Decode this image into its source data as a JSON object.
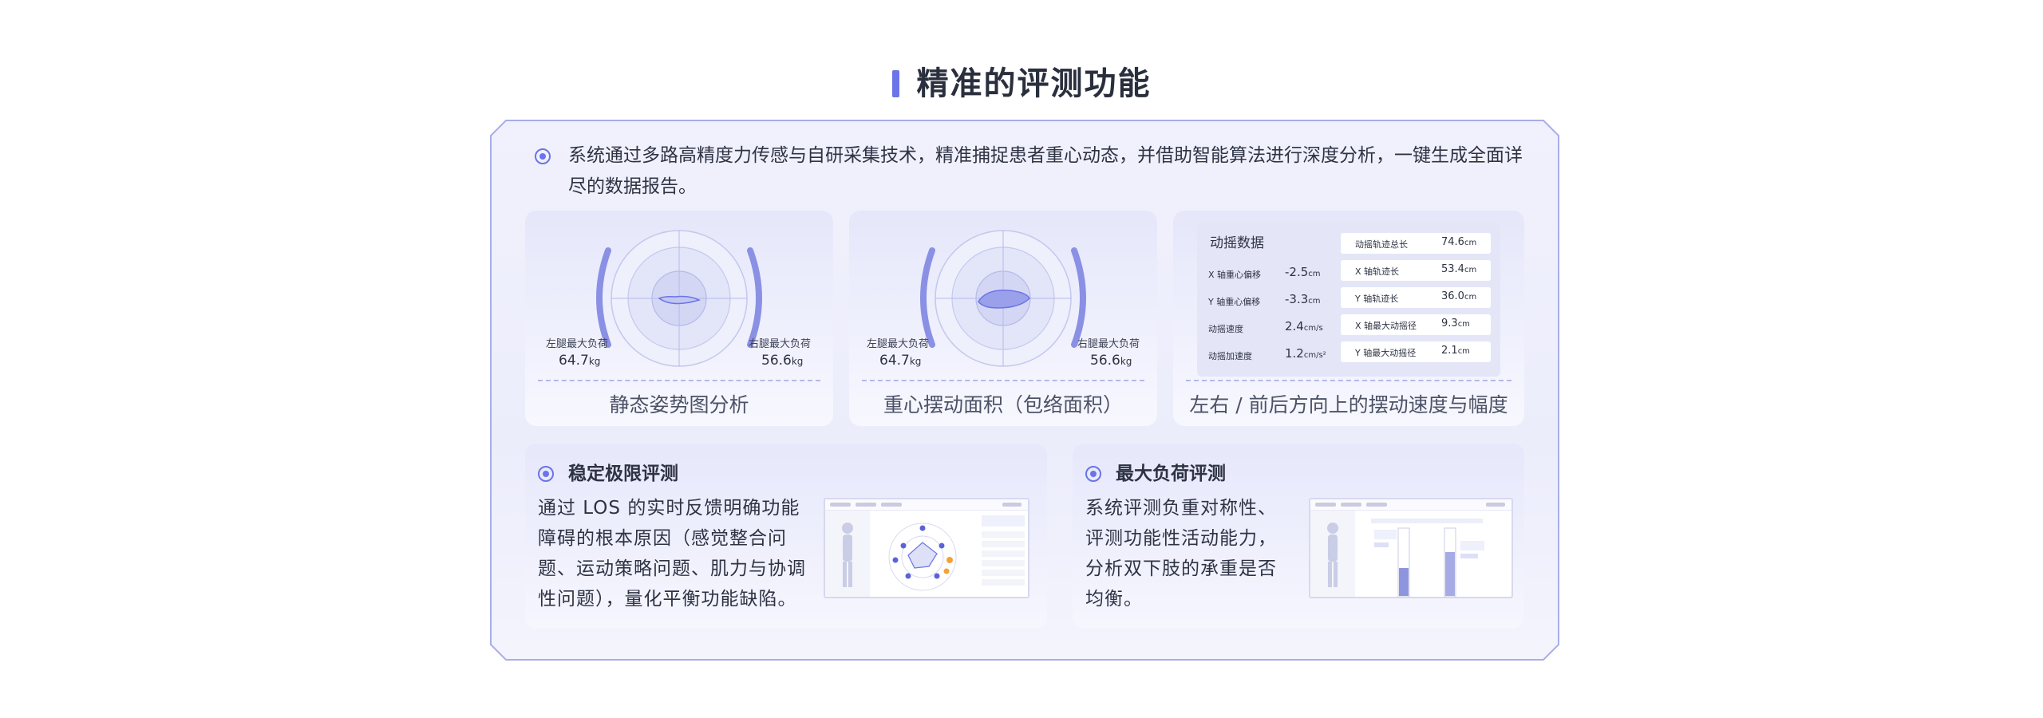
{
  "page": {
    "title": "精准的评测功能",
    "accent": "#6b74e8"
  },
  "intro": {
    "text": "系统通过多路高精度力传感与自研采集技术，精准捕捉患者重心动态，并借助智能算法进行深度分析，一键生成全面详尽的数据报告。"
  },
  "cards": [
    {
      "caption": "静态姿势图分析",
      "left": {
        "label": "左腿最大负荷",
        "value": "64.7",
        "unit": "kg"
      },
      "right": {
        "label": "右腿最大负荷",
        "value": "56.6",
        "unit": "kg"
      }
    },
    {
      "caption": "重心摆动面积（包络面积）",
      "left": {
        "label": "左腿最大负荷",
        "value": "64.7",
        "unit": "kg"
      },
      "right": {
        "label": "右腿最大负荷",
        "value": "56.6",
        "unit": "kg"
      }
    },
    {
      "caption": "左右 / 前后方向上的摆动速度与幅度",
      "title": "动摇数据",
      "left_metrics": [
        {
          "label": "X 轴重心偏移",
          "value": "-2.5",
          "unit": "cm"
        },
        {
          "label": "Y 轴重心偏移",
          "value": "-3.3",
          "unit": "cm"
        },
        {
          "label": "动摇速度",
          "value": "2.4",
          "unit": "cm/s"
        },
        {
          "label": "动摇加速度",
          "value": "1.2",
          "unit": "cm/s²"
        }
      ],
      "right_metrics": [
        {
          "label": "动摇轨迹总长",
          "value": "74.6",
          "unit": "cm"
        },
        {
          "label": "X 轴轨迹长",
          "value": "53.4",
          "unit": "cm"
        },
        {
          "label": "Y 轴轨迹长",
          "value": "36.0",
          "unit": "cm"
        },
        {
          "label": "X 轴最大动摇径",
          "value": "9.3",
          "unit": "cm"
        },
        {
          "label": "Y 轴最大动摇径",
          "value": "2.1",
          "unit": "cm"
        }
      ]
    }
  ],
  "los": {
    "title": "稳定极限评测",
    "lines": [
      "通过 LOS 的实时反馈明确功能",
      "障碍的根本原因（感觉整合问",
      "题、运动策略问题、肌力与协调",
      "性问题），量化平衡功能缺陷。"
    ]
  },
  "maxload": {
    "title": "最大负荷评测",
    "lines": [
      "系统评测负重对称性、",
      "评测功能性活动能力，",
      "分析双下肢的承重是否",
      "均衡。"
    ]
  }
}
